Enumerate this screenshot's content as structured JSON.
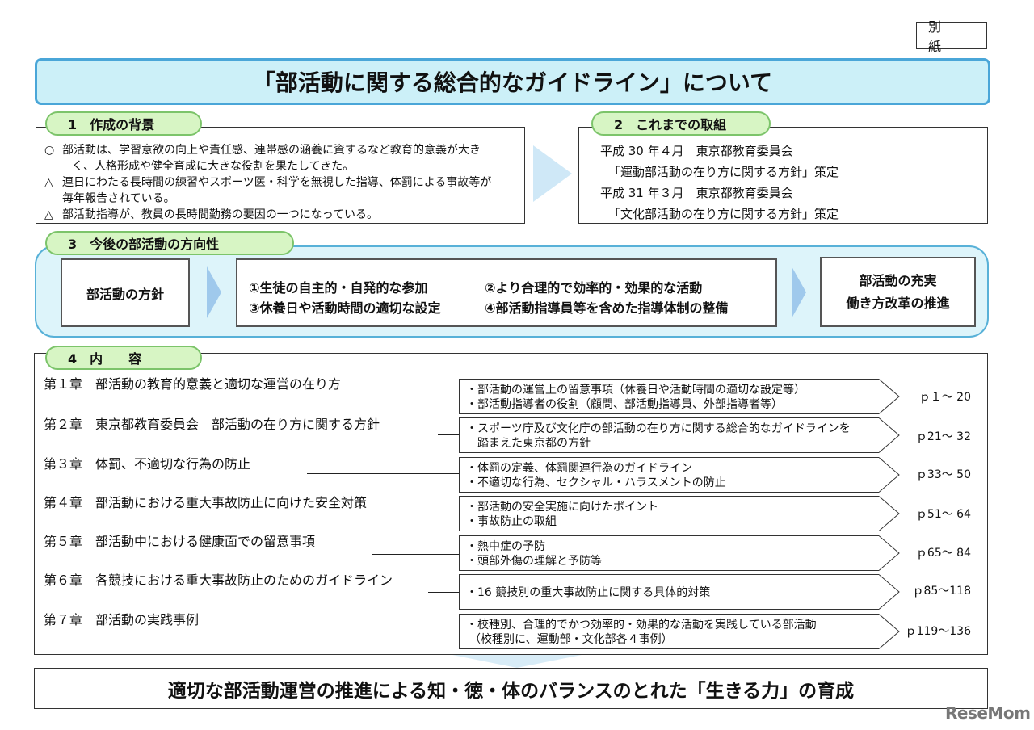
{
  "attachment_label": "別 紙",
  "title": "「部活動に関する総合的なガイドライン」について",
  "section1": {
    "heading": "1　作成の背景",
    "items": [
      {
        "mark": "○",
        "text": "部活動は、学習意欲の向上や責任感、連帯感の涵養に資するなど教育的意義が大き",
        "cont": "く、人格形成や健全育成に大きな役割を果たしてきた。"
      },
      {
        "mark": "△",
        "text": "連日にわたる長時間の練習やスポーツ医・科学を無視した指導、体罰による事故等が",
        "cont": "毎年報告されている。"
      },
      {
        "mark": "△",
        "text": "部活動指導が、教員の長時間勤務の要因の一つになっている。",
        "cont": ""
      }
    ]
  },
  "section2": {
    "heading": "2　これまでの取組",
    "lines": [
      "平成 30 年４月　東京都教育委員会",
      "「運動部活動の在り方に関する方針」策定",
      "平成 31 年３月　東京都教育委員会",
      "「文化部活動の在り方に関する方針」策定"
    ]
  },
  "section3": {
    "heading": "3　今後の部活動の方向性",
    "policy_label": "部活動の方針",
    "items": [
      "①生徒の自主的・自発的な参加",
      "②より合理的で効率的・効果的な活動",
      "③休養日や活動時間の適切な設定",
      "④部活動指導員等を含めた指導体制の整備"
    ],
    "result": [
      "部活動の充実",
      "働き方改革の推進"
    ]
  },
  "section4": {
    "heading": "4　内　　容",
    "chapters": [
      {
        "title": "第１章　部活動の教育的意義と適切な運営の在り方",
        "details": [
          "・部活動の運営上の留意事項（休養日や活動時間の適切な設定等）",
          "・部活動指導者の役割（顧問、部活動指導員、外部指導者等）"
        ],
        "pages": "ｐ１～ 20"
      },
      {
        "title": "第２章　東京都教育委員会　部活動の在り方に関する方針",
        "details": [
          "・スポーツ庁及び文化庁の部活動の在り方に関する総合的なガイドラインを",
          "　踏まえた東京都の方針"
        ],
        "pages": "ｐ21～ 32"
      },
      {
        "title": "第３章　体罰、不適切な行為の防止",
        "details": [
          "・体罰の定義、体罰関連行為のガイドライン",
          "・不適切な行為、セクシャル・ハラスメントの防止"
        ],
        "pages": "ｐ33～ 50"
      },
      {
        "title": "第４章　部活動における重大事故防止に向けた安全対策",
        "details": [
          "・部活動の安全実施に向けたポイント",
          "・事故防止の取組"
        ],
        "pages": "ｐ51～ 64"
      },
      {
        "title": "第５章　部活動中における健康面での留意事項",
        "details": [
          "・熱中症の予防",
          "・頭部外傷の理解と予防等"
        ],
        "pages": "ｐ65～ 84"
      },
      {
        "title": "第６章　各競技における重大事故防止のためのガイドライン",
        "details": [
          "・16 競技別の重大事故防止に関する具体的対策"
        ],
        "pages": "ｐ85～118"
      },
      {
        "title": "第７章　部活動の実践事例",
        "details": [
          "・校種別、合理的でかつ効率的・効果的な活動を実践している部活動",
          "（校種別に、運動部・文化部各４事例）"
        ],
        "pages": "ｐ119～136"
      }
    ]
  },
  "footer": "適切な部活動運営の推進による知・徳・体のバランスのとれた「生きる力」の育成",
  "logo": "ReseMom",
  "colors": {
    "title_bg": "#ccf0f8",
    "title_border": "#4aa6d8",
    "pill_bg": "#d7f5c4",
    "pill_border": "#7cc46a",
    "arrow": "#b8ddf2"
  }
}
